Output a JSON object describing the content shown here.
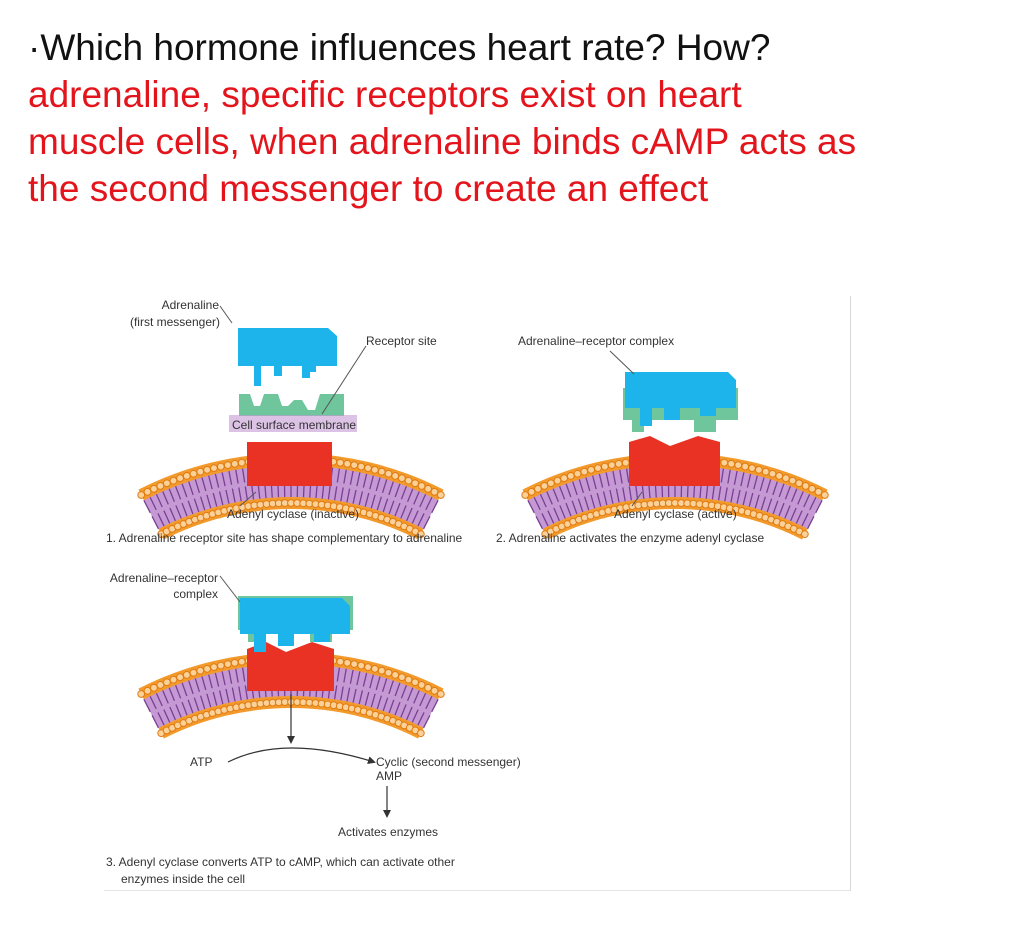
{
  "slide": {
    "question": "·Which hormone influences heart rate? How?",
    "answer_lines": [
      "adrenaline, specific receptors exist on heart",
      "muscle cells, when adrenaline binds cAMP acts as",
      "the second messenger to create an effect"
    ]
  },
  "figure": {
    "colors": {
      "hormone": "#1cb4ea",
      "receptor": "#6fc59c",
      "enzyme": "#e93224",
      "membrane_outer": "#f39a2c",
      "membrane_inner": "#c59ad4",
      "lipid_tail": "#7a3f92"
    },
    "panel1": {
      "adrenaline_label": [
        "Adrenaline",
        "(first messenger)"
      ],
      "receptor_site_label": "Receptor site",
      "membrane_label": "Cell surface membrane",
      "enzyme_label": "Adenyl cyclase (inactive)",
      "caption": "1.  Adrenaline receptor site has shape complementary to adrenaline"
    },
    "panel2": {
      "complex_label": "Adrenaline–receptor complex",
      "enzyme_label": "Adenyl cyclase (active)",
      "caption": "2.  Adrenaline activates the enzyme adenyl cyclase"
    },
    "panel3": {
      "complex_label": [
        "Adrenaline–receptor",
        "complex"
      ],
      "atp_label": "ATP",
      "camp_label": [
        "Cyclic (second messenger)",
        "AMP"
      ],
      "activates_label": "Activates enzymes",
      "caption": [
        "3.  Adenyl cyclase converts ATP to cAMP, which can activate other",
        "enzymes inside the cell"
      ]
    }
  }
}
